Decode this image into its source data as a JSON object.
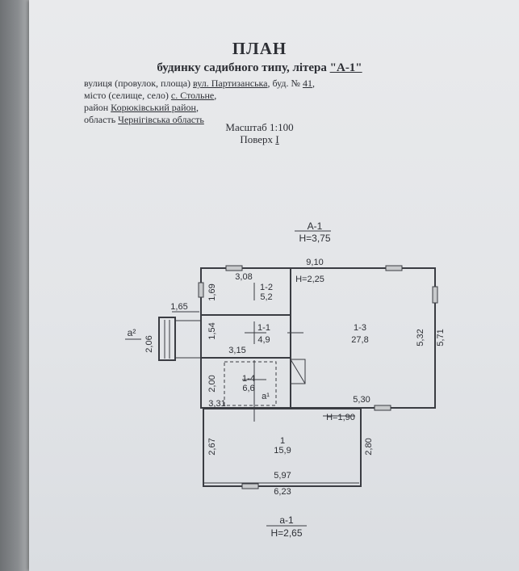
{
  "header": {
    "title": "ПЛАН",
    "subtitle_prefix": "будинку садибного типу, літера ",
    "subtitle_letter": "\"А-1\"",
    "street_label": "вулиця (провулок, площа) ",
    "street_value": "вул. Партизанська",
    "building_label": ", буд. № ",
    "building_value": "41",
    "building_end": ",",
    "city_label": "місто (селище, село) ",
    "city_value": "с. Стольне",
    "city_end": ",",
    "district_label": "район ",
    "district_value": "Корюківський район",
    "district_end": ",",
    "region_label": "область ",
    "region_value": "Чернігівська область",
    "scale": "Масштаб 1:100",
    "floor_label": "Поверх ",
    "floor_value": "I"
  },
  "plan": {
    "main_letter": "А-1",
    "main_height": "Н=3,75",
    "annex_letter": "а-1",
    "annex_height": "Н=2,65",
    "porch_label": "а²",
    "inner_label": "а¹",
    "h_small": "Н=2,25",
    "h_annex_top": "Н=1,90",
    "rooms": [
      {
        "id": "1-2",
        "area": "5,2"
      },
      {
        "id": "1-1",
        "area": "4,9"
      },
      {
        "id": "1-3",
        "area": "27,8"
      },
      {
        "id": "1-4",
        "area": "6,6"
      },
      {
        "id": "1",
        "area": "15,9"
      }
    ],
    "dims": {
      "top_total": "9,10",
      "room12_width": "3,08",
      "room12_height": "1,69",
      "porch_width": "1,65",
      "room11_height": "1,54",
      "porch_height": "2,06",
      "room11_width": "3,15",
      "room14_height": "2,00",
      "room14_width": "3,31",
      "room13_height": "5,32",
      "right_total": "5,71",
      "room13_width": "5,30",
      "annex_left": "2,67",
      "annex_right": "2,80",
      "annex_inner_width": "5,97",
      "annex_outer_width": "6,23"
    }
  }
}
